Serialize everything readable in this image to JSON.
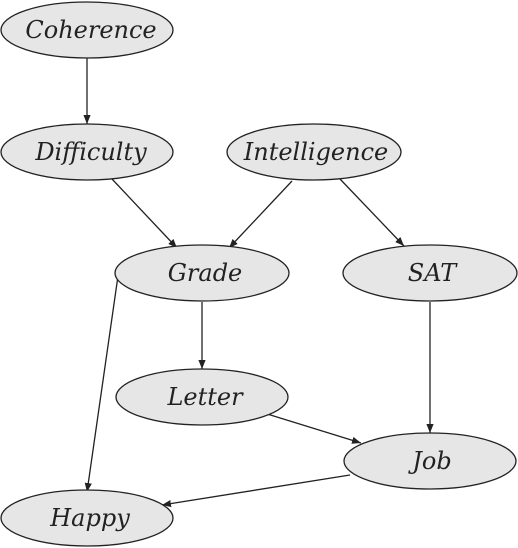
{
  "nodes": [
    {
      "id": "coherence",
      "label": "Coherence"
    },
    {
      "id": "difficulty",
      "label": "Difficulty"
    },
    {
      "id": "intelligence",
      "label": "Intelligence"
    },
    {
      "id": "grade",
      "label": "Grade"
    },
    {
      "id": "sat",
      "label": "SAT"
    },
    {
      "id": "letter",
      "label": "Letter"
    },
    {
      "id": "job",
      "label": "Job"
    },
    {
      "id": "happy",
      "label": "Happy"
    }
  ],
  "edges": [
    {
      "from": "coherence",
      "to": "difficulty"
    },
    {
      "from": "difficulty",
      "to": "grade"
    },
    {
      "from": "intelligence",
      "to": "grade"
    },
    {
      "from": "intelligence",
      "to": "sat"
    },
    {
      "from": "grade",
      "to": "letter"
    },
    {
      "from": "grade",
      "to": "happy"
    },
    {
      "from": "sat",
      "to": "job"
    },
    {
      "from": "letter",
      "to": "job"
    },
    {
      "from": "job",
      "to": "happy"
    }
  ]
}
